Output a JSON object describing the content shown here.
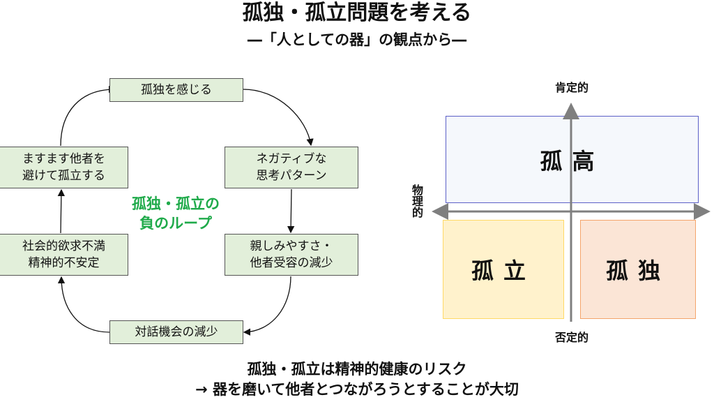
{
  "header": {
    "title": "孤独・孤立問題を考える",
    "subtitle": "―「人としての器」の観点から―"
  },
  "loop": {
    "center_label_line1": "孤独・孤立の",
    "center_label_line2": "負のループ",
    "steps": [
      {
        "line1": "孤独を感じる",
        "line2": ""
      },
      {
        "line1": "ネガティブな",
        "line2": "思考パターン"
      },
      {
        "line1": "親しみやすさ・",
        "line2": "他者受容の減少"
      },
      {
        "line1": "対話機会の減少",
        "line2": ""
      },
      {
        "line1": "社会的欲求不満",
        "line2": "精神的不安定"
      },
      {
        "line1": "ますます他者を",
        "line2": "避けて孤立する"
      }
    ]
  },
  "quadrant": {
    "axis_top": "肯定的",
    "axis_bottom": "否定的",
    "axis_left": "物理的",
    "cells": [
      {
        "label": "孤高",
        "fill": "#f5f8fc",
        "border": "#5b5fc7"
      },
      {
        "label": "孤立",
        "fill": "#fff2cc",
        "border": "#ffd966"
      },
      {
        "label": "孤独",
        "fill": "#fbe5d6",
        "border": "#f4a46a"
      }
    ]
  },
  "footer": {
    "line1": "孤独・孤立は精神的健康のリスク",
    "line2": "→ 器を磨いて他者とつながろうとすることが大切"
  }
}
